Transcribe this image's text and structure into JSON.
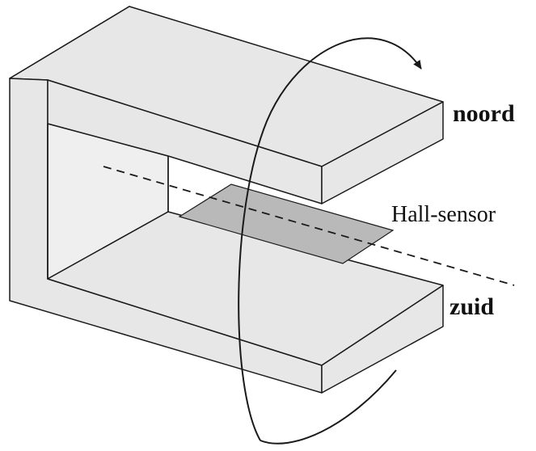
{
  "labels": {
    "north": "noord",
    "south": "zuid",
    "sensor": "Hall-sensor"
  },
  "colors": {
    "magnet_fill": "#e7e7e7",
    "sensor_fill": "#b9b9b9",
    "stroke": "#1a1a1a",
    "background": "#ffffff"
  }
}
